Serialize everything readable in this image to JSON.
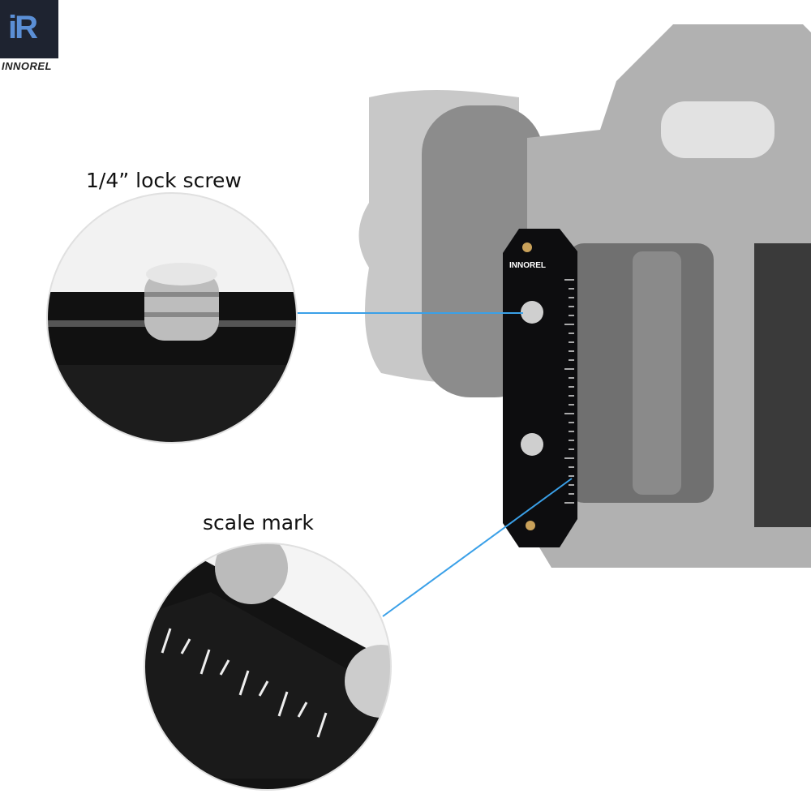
{
  "brand": {
    "name": "INNOREL",
    "logo_mark": "iR"
  },
  "callouts": [
    {
      "label": "1/4” lock screw"
    },
    {
      "label": "scale mark"
    }
  ],
  "plate_brand": "INNOREL",
  "colors": {
    "callout_line": "#3aa0e8",
    "plate": "#0d0d0f",
    "camera": "#9a9a9a",
    "logo_bg": "#1e2330",
    "logo_accent": "#5b8fd6"
  }
}
